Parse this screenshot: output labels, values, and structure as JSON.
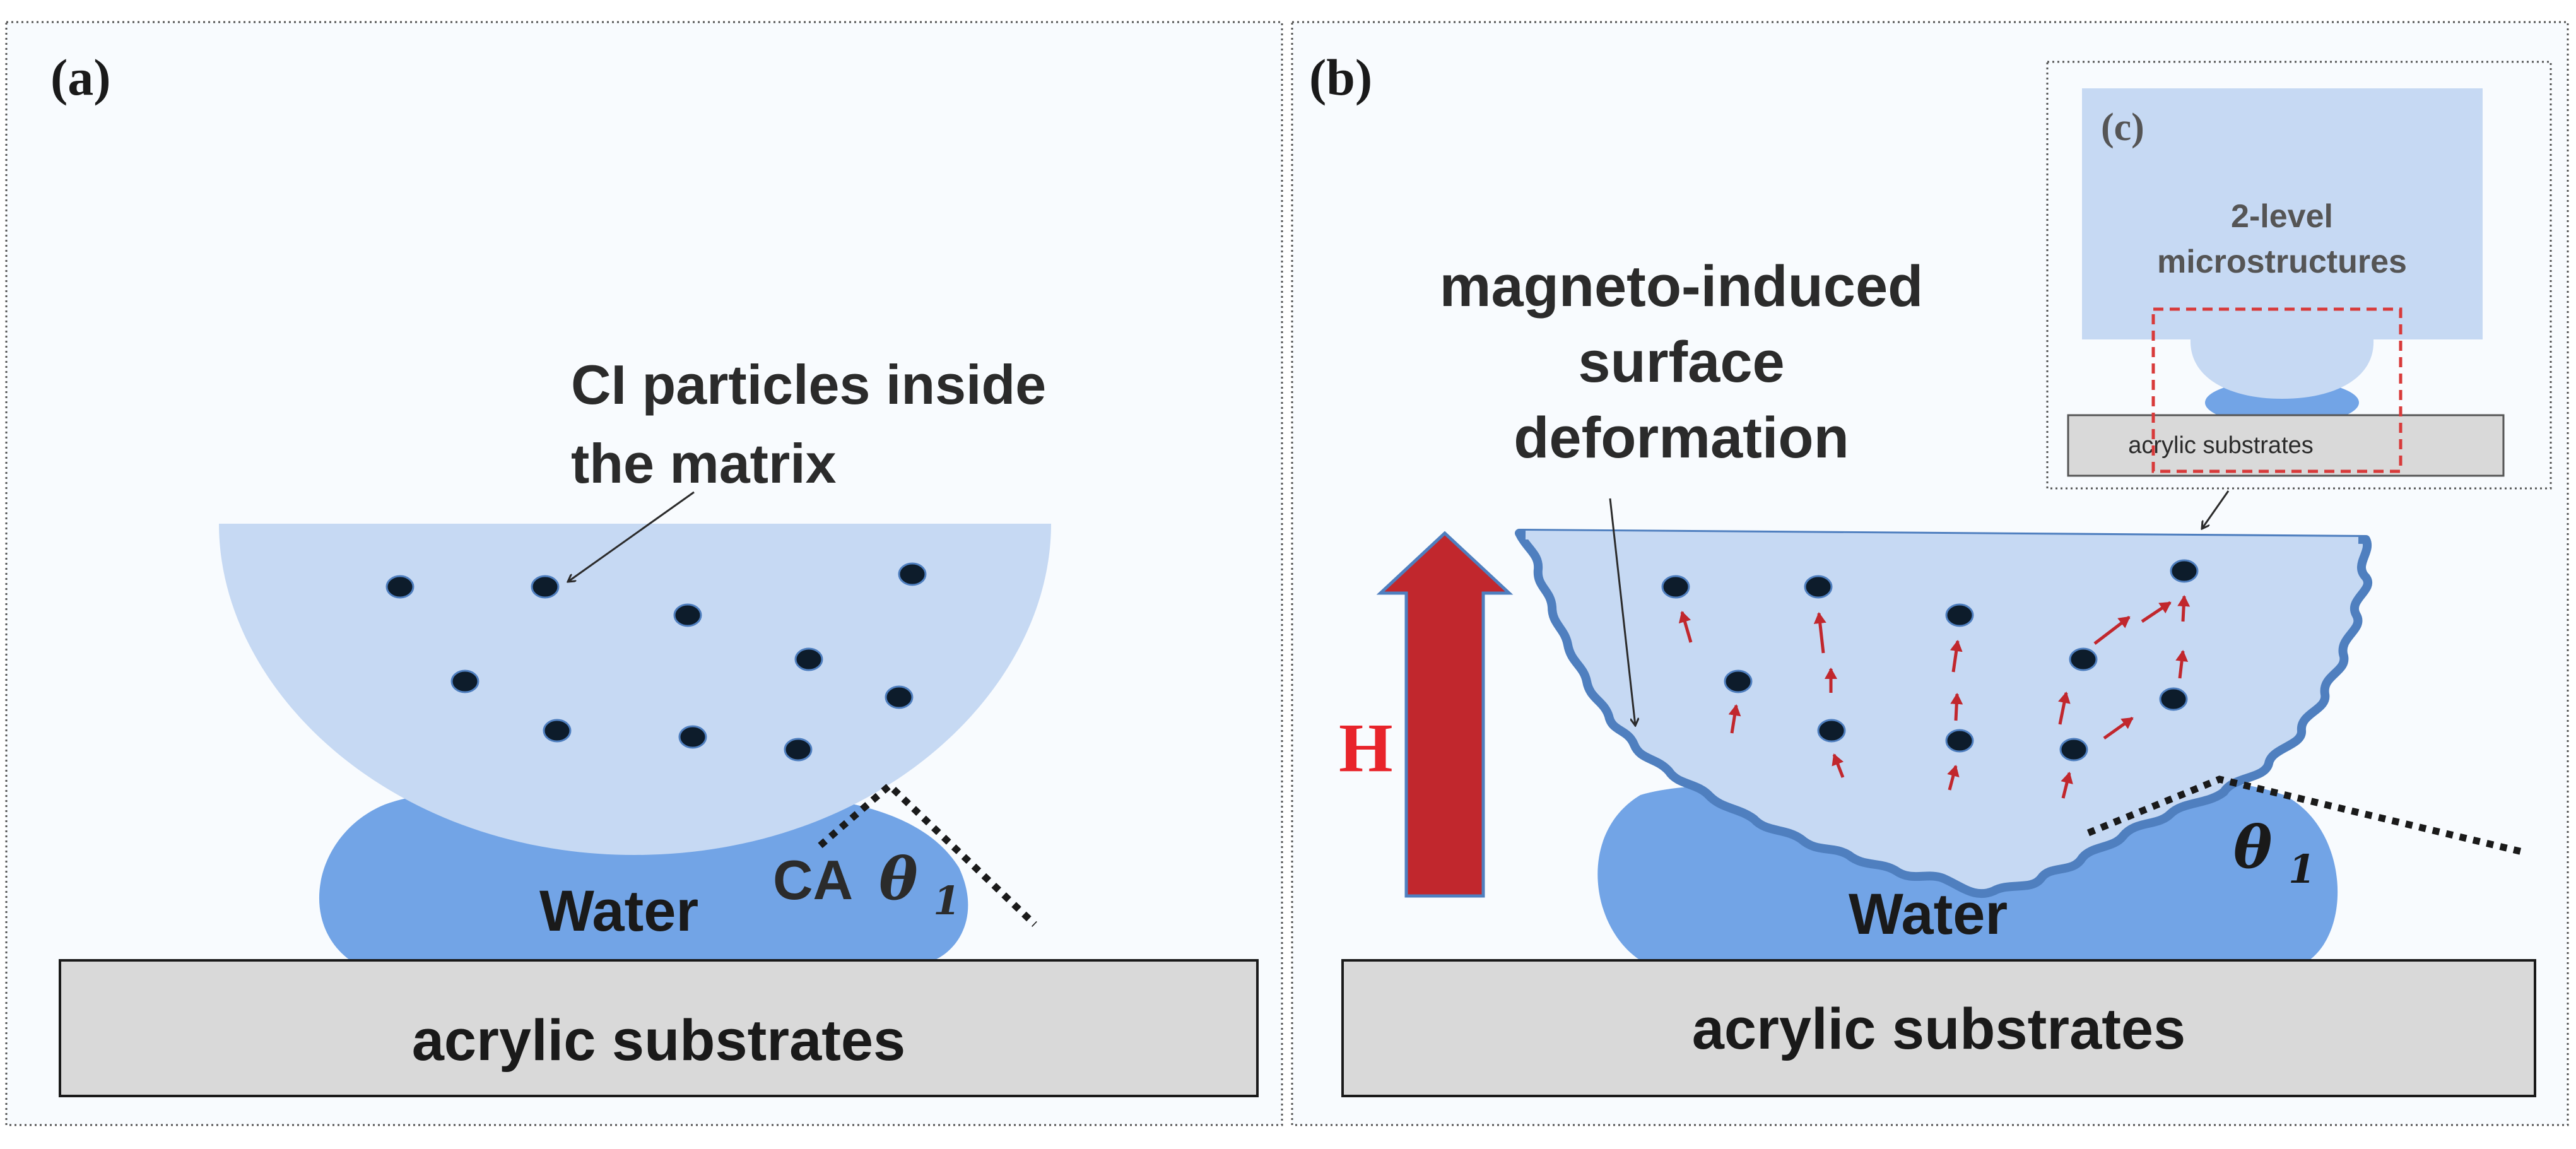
{
  "panels": {
    "a": {
      "label": "(a)",
      "annotation_line1": "CI particles inside",
      "annotation_line2": "the matrix",
      "water_label": "Water",
      "ca_prefix": "CA",
      "ca_symbol": "θ",
      "ca_subscript": "1",
      "substrate_label": "acrylic substrates"
    },
    "b": {
      "label": "(b)",
      "annotation_line1": "magneto-induced",
      "annotation_line2": "surface",
      "annotation_line3": "deformation",
      "field_label": "H",
      "water_label": "Water",
      "angle_symbol": "θ",
      "angle_subscript": "1",
      "substrate_label": "acrylic substrates"
    },
    "c": {
      "label": "(c)",
      "title_line1": "2-level",
      "title_line2": "microstructures",
      "substrate_label": "acrylic substrates"
    }
  },
  "colors": {
    "matrix": "#c6d9f3",
    "water": "#72a4e6",
    "substrate_fill": "#d9d9d9",
    "panel_background": "#f8fbfe",
    "particle": "#0d1c2b",
    "field_arrow": "#c1272d",
    "deformed_edge": "#4f7fbf",
    "inset_dashed_box": "#d83a3a",
    "text": "#2b2b2b"
  },
  "icons": {
    "field_arrow": "up-arrow",
    "particles": "filled-ellipse"
  }
}
